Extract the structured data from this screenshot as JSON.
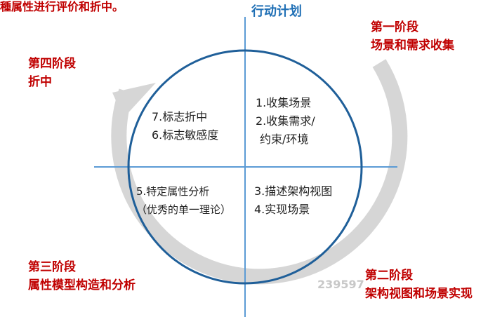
{
  "header": {
    "partial_text": "種属性进行评价和折中。"
  },
  "axis": {
    "vertical_title": "行动计划"
  },
  "stages": {
    "stage1": {
      "name": "第一阶段",
      "desc": "场景和需求收集"
    },
    "stage2": {
      "name": "第二阶段",
      "desc": "架构视图和场景实现"
    },
    "stage3": {
      "name": "第三阶段",
      "desc": "属性模型构造和分析"
    },
    "stage4": {
      "name": "第四阶段",
      "desc": "折中"
    }
  },
  "quadrants": {
    "top_right": {
      "line1": "1.收集场景",
      "line2": "2.收集需求/",
      "line3": "约束/环境"
    },
    "bottom_right": {
      "line1": "3.描述架构视图",
      "line2": "4.实现场景"
    },
    "bottom_left": {
      "line1": "5.特定属性分析",
      "line2": "（优秀的单一理论）"
    },
    "top_left": {
      "line1": "7.标志折中",
      "line2": "6.标志敏感度"
    }
  },
  "watermark": "239597",
  "colors": {
    "circle": "#1f5f99",
    "axis": "#5b9bd5",
    "stage_text": "#c00000",
    "arrow": "#d6d6d6"
  }
}
